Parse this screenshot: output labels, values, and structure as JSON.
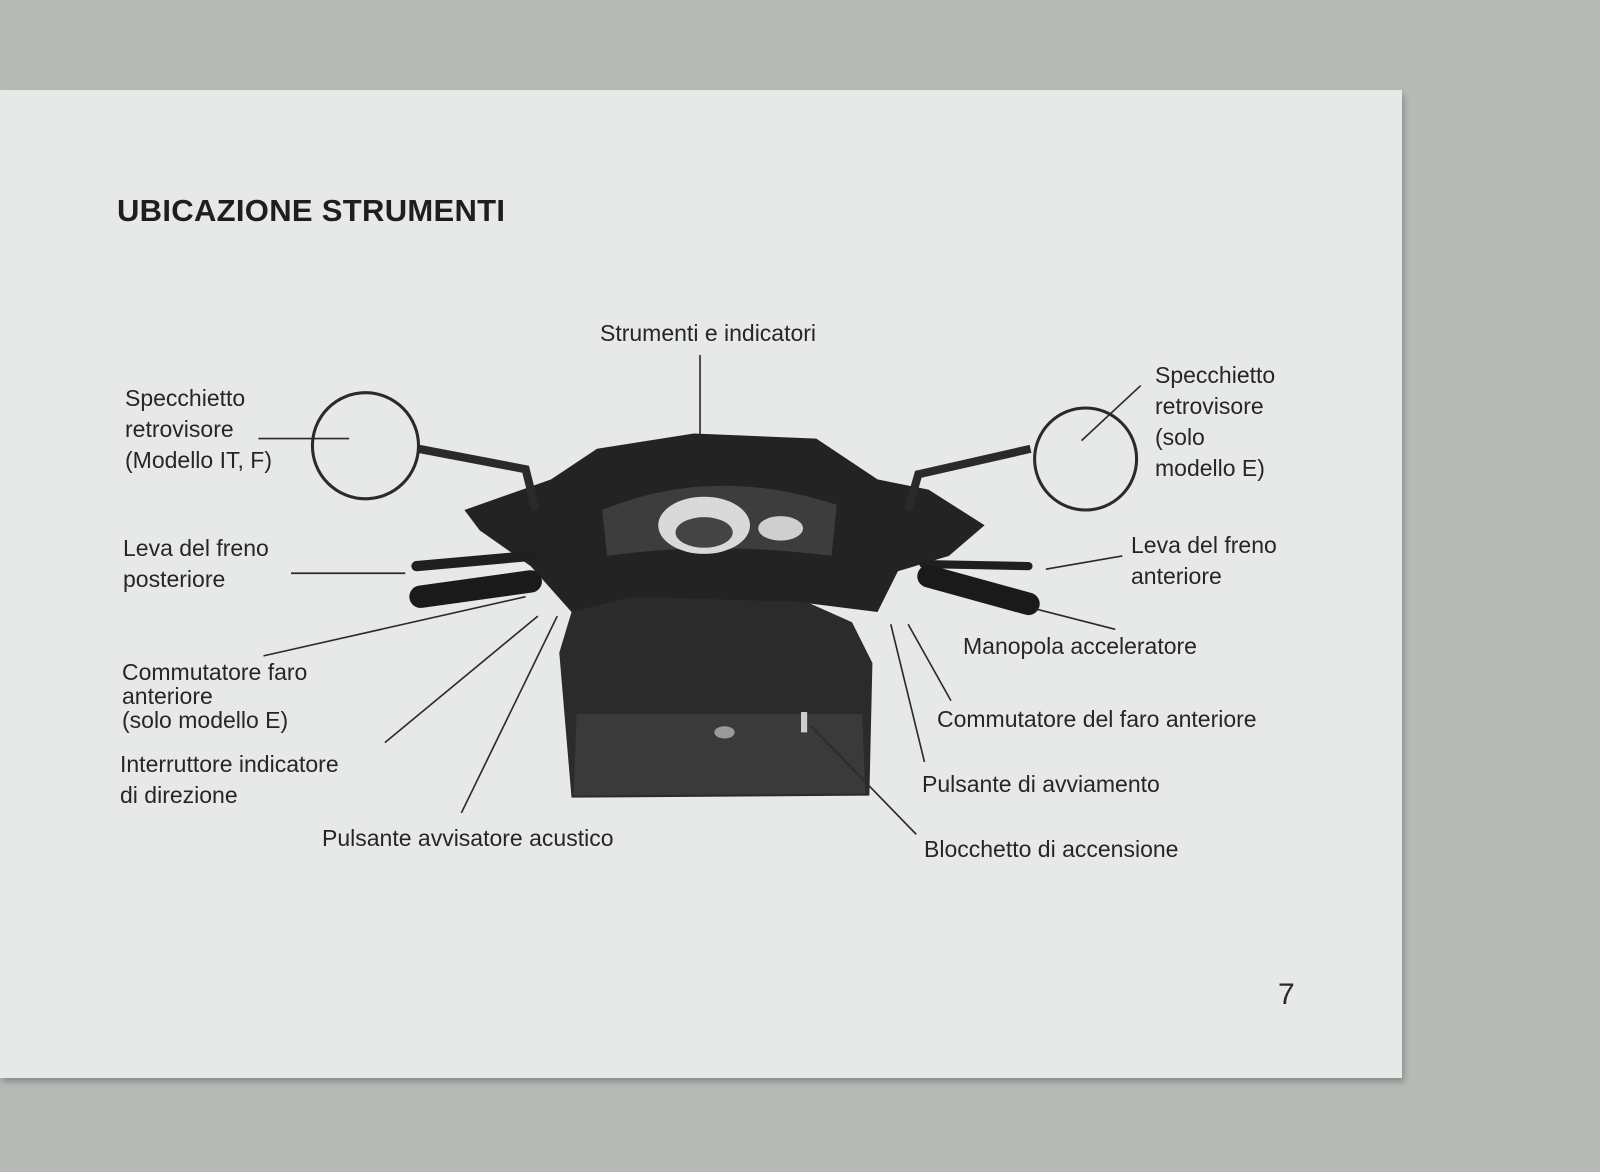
{
  "page": {
    "title": "UBICAZIONE STRUMENTI",
    "page_number": "7",
    "labels": {
      "instruments": "Strumenti e indicatori",
      "mirror_left": [
        "Specchietto",
        "retrovisore",
        "(Modello IT, F)"
      ],
      "mirror_right": [
        "Specchietto",
        "retrovisore",
        "(solo",
        "modello E)"
      ],
      "rear_brake_lever": [
        "Leva del freno",
        "posteriore"
      ],
      "front_brake_lever": [
        "Leva del freno",
        "anteriore"
      ],
      "headlight_switch_left": [
        "Commutatore faro",
        "anteriore",
        "(solo modello E)"
      ],
      "turn_signal_switch": [
        "Interruttore indicatore",
        "di direzione"
      ],
      "horn_button": "Pulsante avvisatore acustico",
      "throttle_grip": "Manopola acceleratore",
      "headlight_switch_right": "Commutatore del faro anteriore",
      "starter_button": "Pulsante di avviamento",
      "ignition_switch": "Blocchetto di accensione"
    }
  }
}
